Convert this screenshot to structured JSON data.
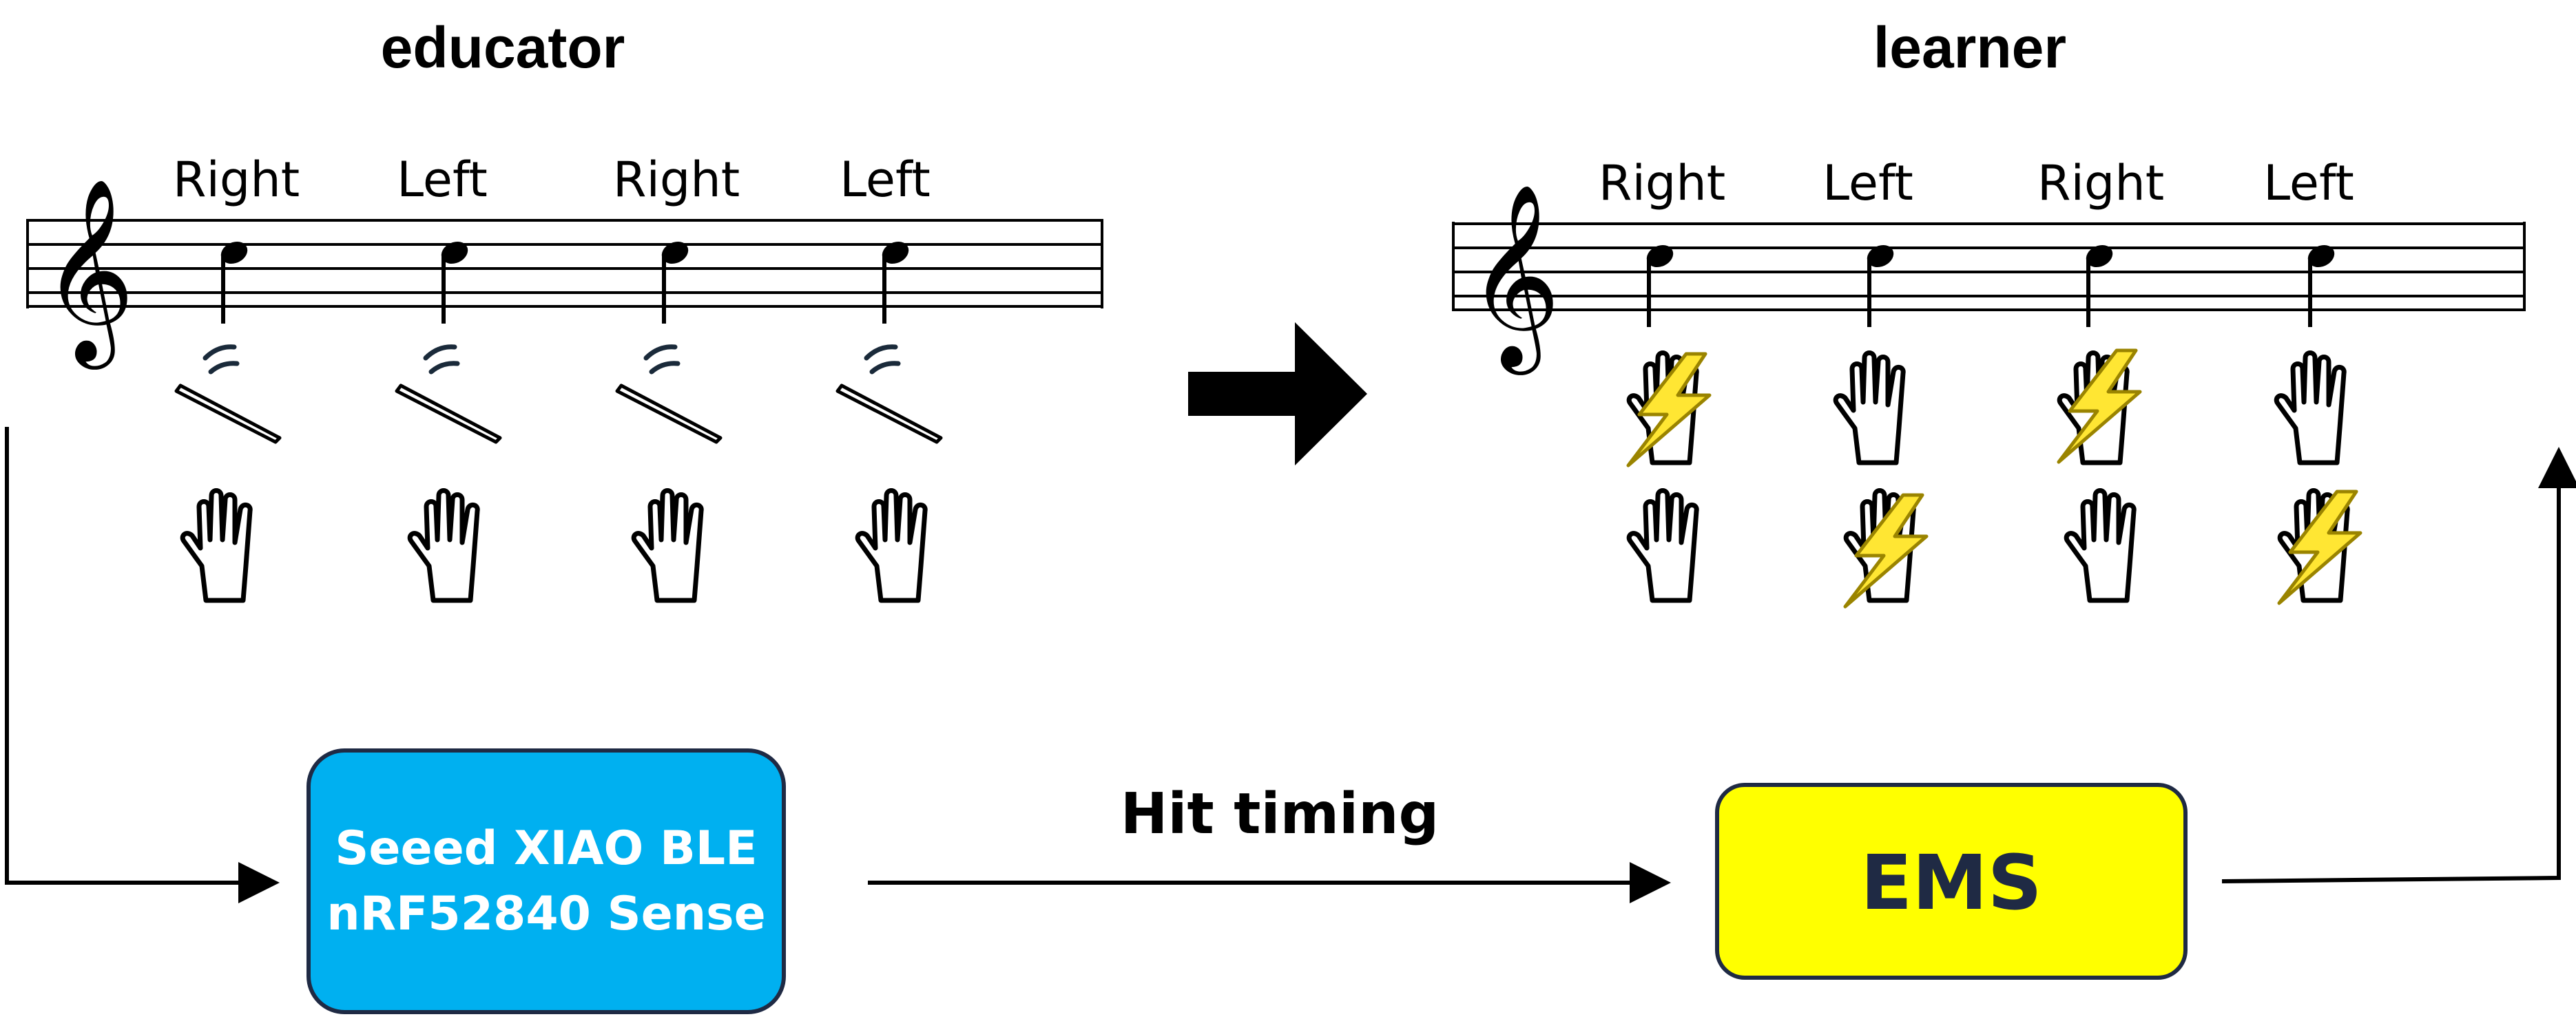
{
  "educator": {
    "title": "educator",
    "labels": [
      "Right",
      "Left",
      "Right",
      "Left"
    ]
  },
  "learner": {
    "title": "learner",
    "labels": [
      "Right",
      "Left",
      "Right",
      "Left"
    ],
    "stimulated": [
      {
        "top": true,
        "bottom": false
      },
      {
        "top": false,
        "bottom": true
      },
      {
        "top": true,
        "bottom": false
      },
      {
        "top": false,
        "bottom": true
      }
    ]
  },
  "device_box": {
    "line1": "Seeed XIAO BLE",
    "line2": "nRF52840 Sense",
    "color": "#00b0f0"
  },
  "signal": {
    "label": "Hit timing"
  },
  "ems_box": {
    "label": "EMS",
    "color": "#ffff00"
  },
  "icons": {
    "clef": "treble-clef-icon",
    "hand": "hand-outline-icon",
    "drumstick": "drumstick-icon",
    "lightning": "lightning-bolt-icon"
  },
  "colors": {
    "lightning_fill": "#ffe633",
    "lightning_stroke": "#a08a00",
    "motion_arc": "#1a2a3a"
  }
}
